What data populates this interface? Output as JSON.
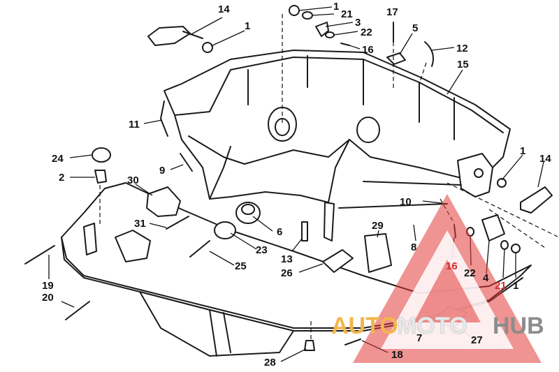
{
  "diagram": {
    "callouts": [
      {
        "id": "c14a",
        "label": "14"
      },
      {
        "id": "c1a",
        "label": "1"
      },
      {
        "id": "c1b",
        "label": "1"
      },
      {
        "id": "c21a",
        "label": "21"
      },
      {
        "id": "c3",
        "label": "3"
      },
      {
        "id": "c22a",
        "label": "22"
      },
      {
        "id": "c16a",
        "label": "16"
      },
      {
        "id": "c17",
        "label": "17"
      },
      {
        "id": "c5",
        "label": "5"
      },
      {
        "id": "c12",
        "label": "12"
      },
      {
        "id": "c15",
        "label": "15"
      },
      {
        "id": "c11",
        "label": "11"
      },
      {
        "id": "c24",
        "label": "24"
      },
      {
        "id": "c2",
        "label": "2"
      },
      {
        "id": "c9",
        "label": "9"
      },
      {
        "id": "c30",
        "label": "30"
      },
      {
        "id": "c1c",
        "label": "1"
      },
      {
        "id": "c14b",
        "label": "14"
      },
      {
        "id": "c10",
        "label": "10"
      },
      {
        "id": "c31",
        "label": "31"
      },
      {
        "id": "c6",
        "label": "6"
      },
      {
        "id": "c29",
        "label": "29"
      },
      {
        "id": "c23",
        "label": "23"
      },
      {
        "id": "c13",
        "label": "13"
      },
      {
        "id": "c8",
        "label": "8"
      },
      {
        "id": "c25",
        "label": "25"
      },
      {
        "id": "c26",
        "label": "26"
      },
      {
        "id": "c16b",
        "label": "16"
      },
      {
        "id": "c22b",
        "label": "22"
      },
      {
        "id": "c4",
        "label": "4"
      },
      {
        "id": "c19",
        "label": "19"
      },
      {
        "id": "c21b",
        "label": "21"
      },
      {
        "id": "c1d",
        "label": "1"
      },
      {
        "id": "c20",
        "label": "20"
      },
      {
        "id": "c7",
        "label": "7"
      },
      {
        "id": "c27",
        "label": "27"
      },
      {
        "id": "c18",
        "label": "18"
      },
      {
        "id": "c28",
        "label": "28"
      }
    ]
  },
  "watermark": {
    "word_part1": "AUTO",
    "word_part2": "MOTO",
    "word_part3": "HUB",
    "colors": {
      "part1": "#f2b64a",
      "part2": "#e8e8e8",
      "part3": "#8c8c8c",
      "triangle": "#e23b3b",
      "callout_red": "#cc2a2a"
    }
  }
}
